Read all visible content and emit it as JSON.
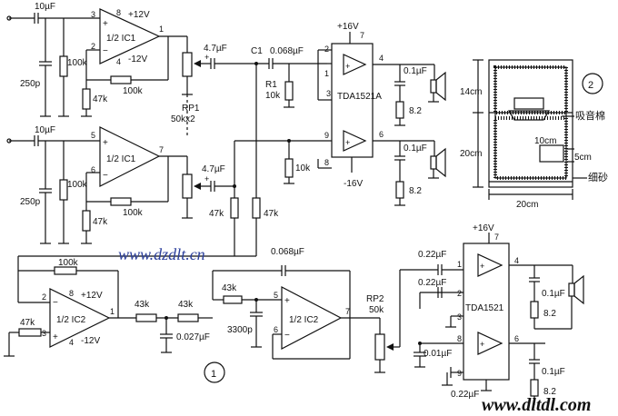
{
  "top_section": {
    "ic1_top": {
      "label": "1/2  IC1",
      "vpos": "+12V",
      "vneg": "-12V",
      "pin8": "8",
      "pin4": "4",
      "pin3": "3",
      "pin2": "2",
      "pin1": "1"
    },
    "ic1_bot": {
      "label": "1/2  IC1",
      "pin5": "5",
      "pin6": "6",
      "pin7": "7"
    },
    "in_cap_top": "10µF",
    "in_cap_bot": "10µF",
    "c_250p_top": "250p",
    "c_250p_bot": "250p",
    "r_100k_in_top": "100k",
    "r_100k_in_bot": "100k",
    "r_100k_fb_top": "100k",
    "r_100k_fb_bot": "100k",
    "r_47k_top": "47k",
    "r_47k_bot": "47k",
    "rp1": "RP1",
    "rp1_val": "50kx2",
    "cap_47_top": "4.7µF",
    "cap_47_bot": "4.7µF",
    "c1": "C1",
    "c1_val": "0.068µF",
    "r1": "R1",
    "r1_val": "10k",
    "r_10k": "10k",
    "r_47k_mid1": "47k",
    "r_47k_mid2": "47k",
    "tda": "TDA1521A",
    "tda_vpos": "+16V",
    "tda_vneg": "-16V",
    "tda_pins": {
      "p7": "7",
      "p1": "1",
      "p2": "2",
      "p3": "3",
      "p4": "4",
      "p9": "9",
      "p8": "8",
      "p6": "6"
    },
    "out_cap1": "0.1µF",
    "out_cap2": "0.1µF",
    "out_r1": "8.2",
    "out_r2": "8.2"
  },
  "box_diagram": {
    "badge": "2",
    "dim_14": "14cm",
    "dim_20": "20cm",
    "dim_10": "10cm",
    "dim_5": "5cm",
    "dim_w": "20cm",
    "absorb": "吸音棉",
    "sand": "细砂"
  },
  "bottom_section": {
    "ic2a": {
      "label": "1/2  IC2",
      "vpos": "+12V",
      "vneg": "-12V",
      "pin8": "8",
      "pin4": "4",
      "pin2": "2",
      "pin3": "3",
      "pin1": "1"
    },
    "ic2b": {
      "label": "1/2  IC2",
      "pin5": "5",
      "pin6": "6",
      "pin7": "7"
    },
    "r_100k": "100k",
    "r_47k": "47k",
    "r_43k_1": "43k",
    "r_43k_2": "43k",
    "r_43k_3": "43k",
    "c_0068": "0.068µF",
    "c_0027": "0.027µF",
    "c_3300": "3300p",
    "rp2": "RP2",
    "rp2_val": "50k",
    "badge": "1",
    "tda": "TDA1521",
    "tda_vpos": "+16V",
    "tda_pins": {
      "p7": "7",
      "p1": "1",
      "p2": "2",
      "p3": "3",
      "p4": "4",
      "p8": "8",
      "p9": "9",
      "p6": "6"
    },
    "c_022_1": "0.22µF",
    "c_022_2": "0.22µF",
    "c_022_3": "0.22µF",
    "c_001": "0.01µF",
    "out_cap1": "0.1µF",
    "out_cap2": "0.1µF",
    "out_r1": "8.2",
    "out_r2": "8.2"
  },
  "watermark1": "www.dzdlt.cn",
  "watermark2": "www.dltdl.com"
}
